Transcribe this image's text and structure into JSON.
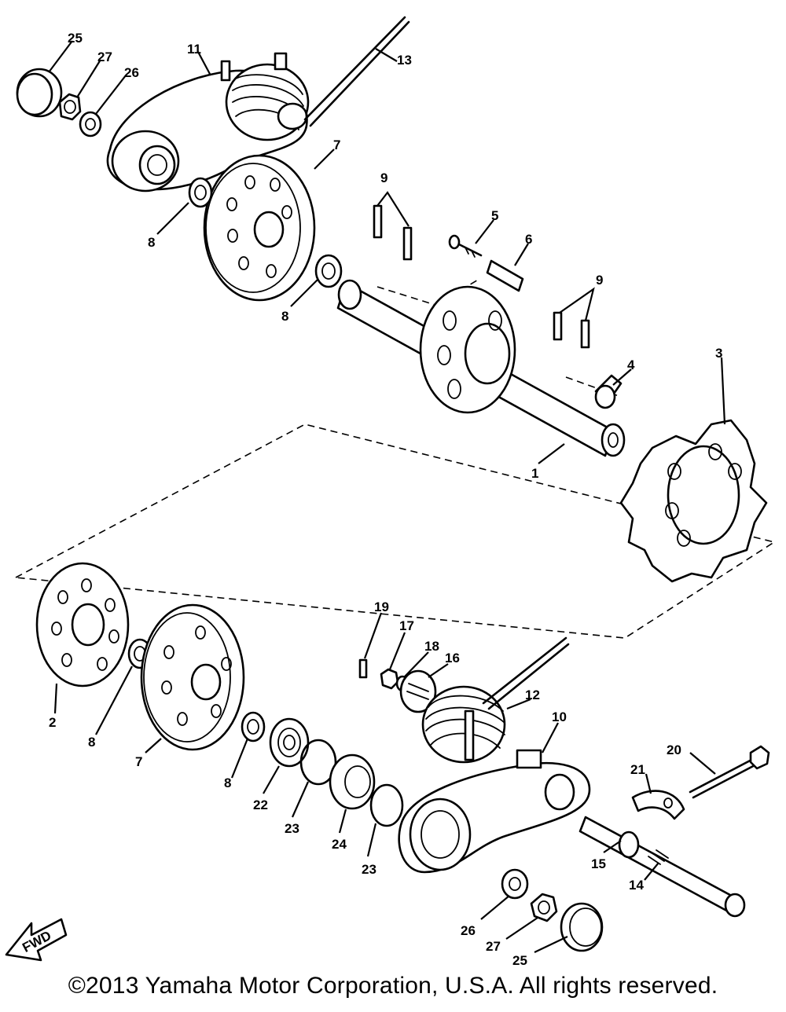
{
  "callouts": {
    "p1": "1",
    "p2": "2",
    "p3": "3",
    "p4": "4",
    "p5": "5",
    "p6": "6",
    "p7a": "7",
    "p7b": "7",
    "p8a": "8",
    "p8b": "8",
    "p8c": "8",
    "p8d": "8",
    "p9a": "9",
    "p9b": "9",
    "p10": "10",
    "p11": "11",
    "p12": "12",
    "p13": "13",
    "p14": "14",
    "p15": "15",
    "p16": "16",
    "p17": "17",
    "p18": "18",
    "p19": "19",
    "p20": "20",
    "p21": "21",
    "p22": "22",
    "p23a": "23",
    "p23b": "23",
    "p24": "24",
    "p25a": "25",
    "p25b": "25",
    "p26a": "26",
    "p26b": "26",
    "p27a": "27",
    "p27b": "27"
  },
  "fwd_label": "FWD",
  "copyright": "©2013 Yamaha Motor Corporation, U.S.A. All rights reserved."
}
